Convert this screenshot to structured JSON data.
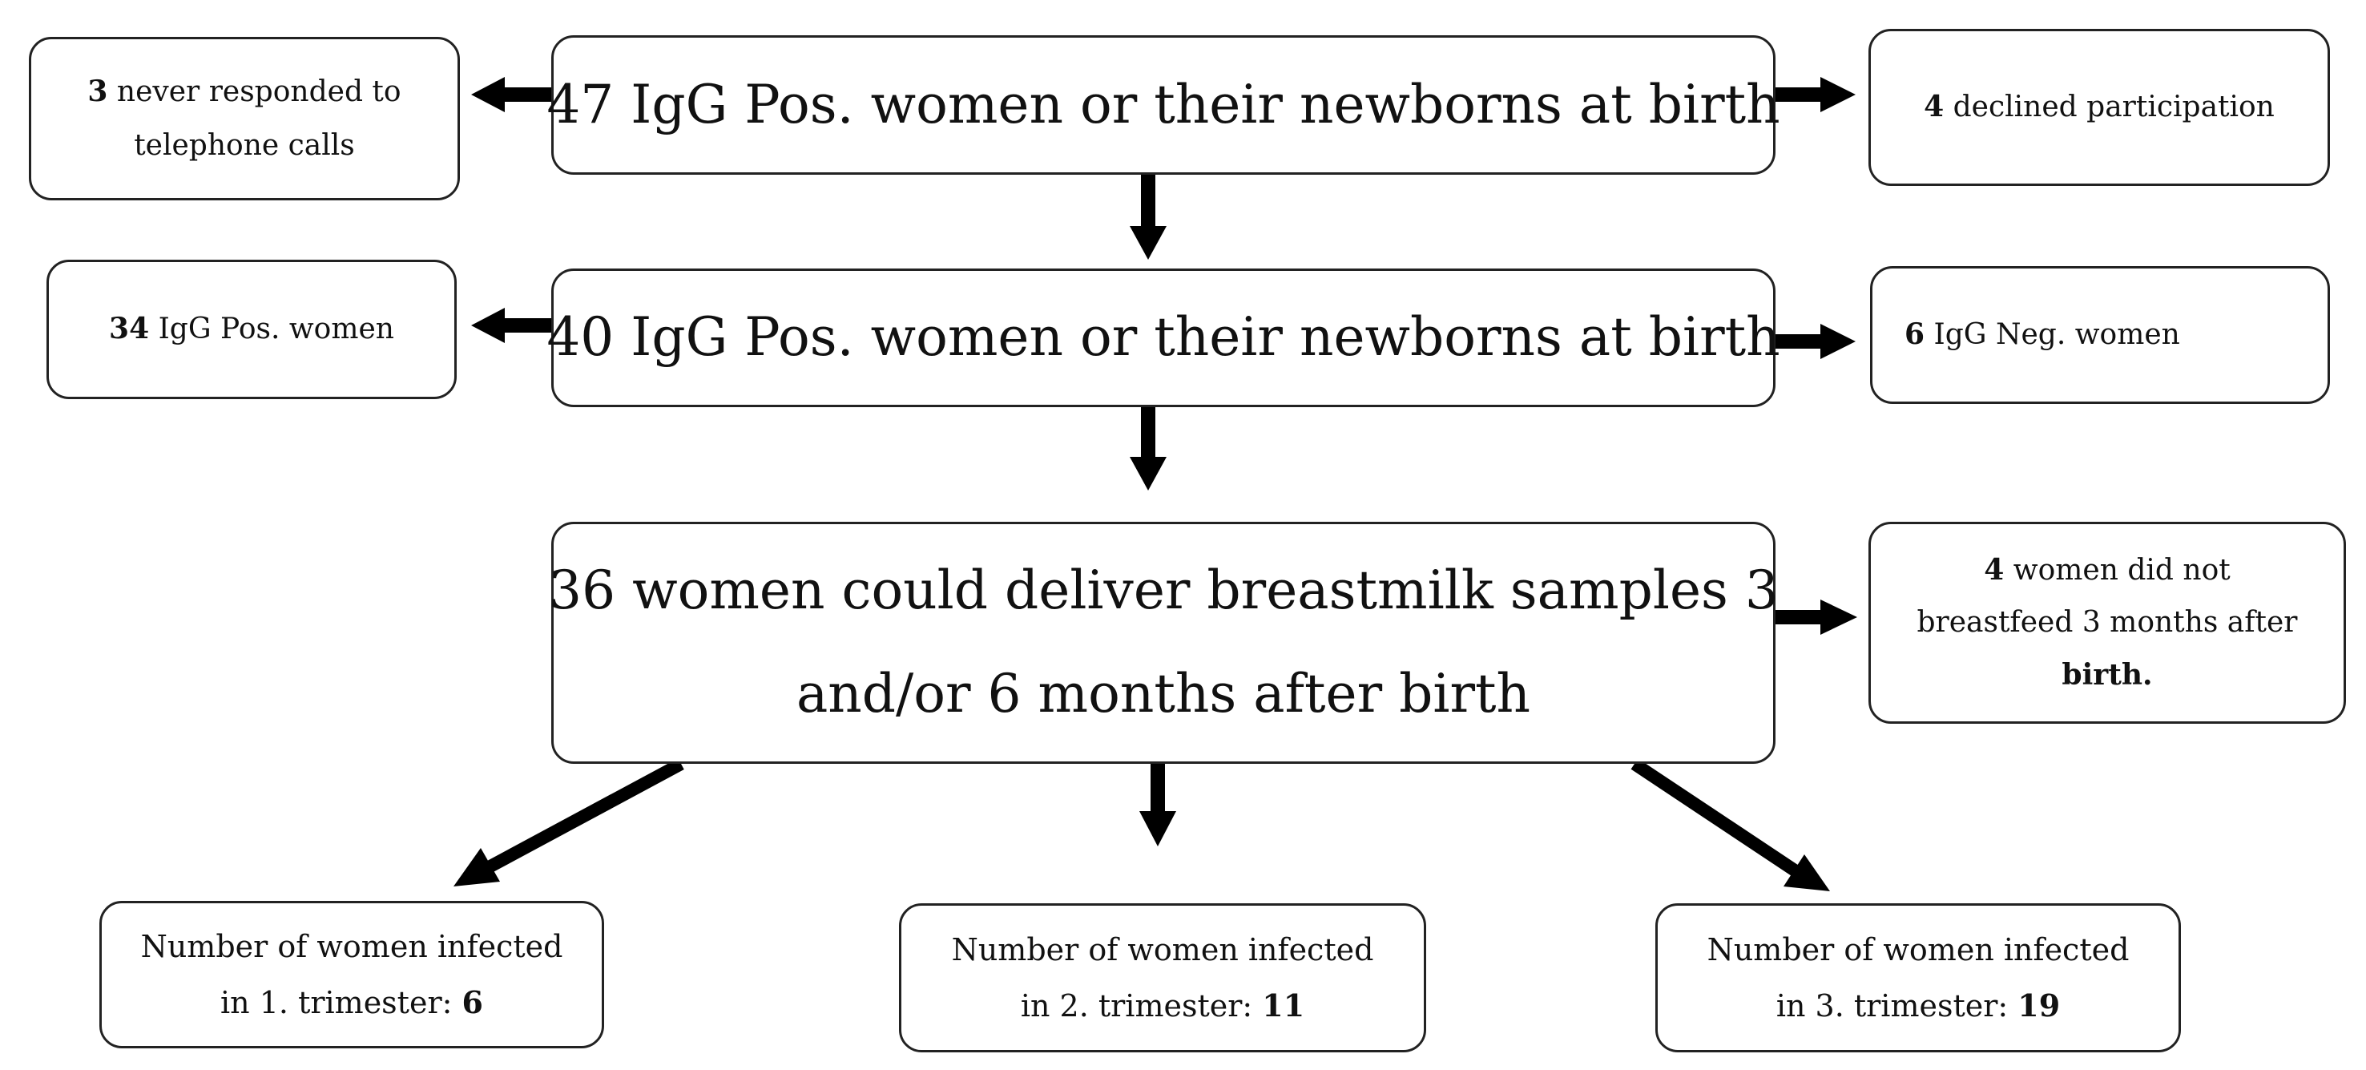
{
  "main_boxes": [
    {
      "text": "47 IgG Pos. women or their newborns at birth"
    },
    {
      "text": "40 IgG Pos. women or their newborns at birth"
    },
    {
      "line1": "36 women could deliver breastmilk samples 3",
      "line2": "and/or 6 months after birth"
    }
  ],
  "side_boxes": {
    "never_responded": {
      "count": "3",
      "line1_rest": " never responded to",
      "line2": "telephone calls"
    },
    "declined": {
      "count": "4",
      "rest": " declined participation"
    },
    "igg_pos": {
      "count": "34",
      "rest": " IgG Pos. women"
    },
    "igg_neg": {
      "count": "6",
      "rest": " IgG Neg. women"
    },
    "no_breastfeed": {
      "count": "4",
      "line1_rest": " women did not",
      "line2": "breastfeed 3 months after",
      "line3": "birth."
    }
  },
  "trimester_boxes": [
    {
      "line1": "Number of women infected",
      "line2": "in 1. trimester: ",
      "value": "6"
    },
    {
      "line1": "Number of women infected",
      "line2": "in 2. trimester: ",
      "value": "11"
    },
    {
      "line1": "Number of women infected",
      "line2": "in 3. trimester: ",
      "value": "19"
    }
  ]
}
